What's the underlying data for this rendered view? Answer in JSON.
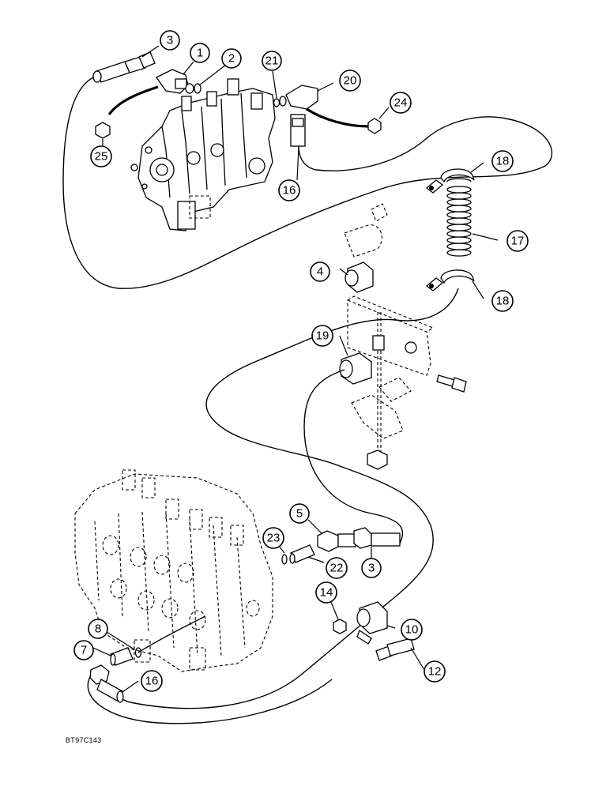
{
  "reference_code": "BT97C143",
  "callouts": [
    {
      "id": "c3a",
      "label": "3"
    },
    {
      "id": "c1",
      "label": "1"
    },
    {
      "id": "c2",
      "label": "2"
    },
    {
      "id": "c21",
      "label": "21"
    },
    {
      "id": "c20",
      "label": "20"
    },
    {
      "id": "c24",
      "label": "24"
    },
    {
      "id": "c25",
      "label": "25"
    },
    {
      "id": "c16a",
      "label": "16"
    },
    {
      "id": "c18a",
      "label": "18"
    },
    {
      "id": "c17",
      "label": "17"
    },
    {
      "id": "c4",
      "label": "4"
    },
    {
      "id": "c18b",
      "label": "18"
    },
    {
      "id": "c19",
      "label": "19"
    },
    {
      "id": "c5",
      "label": "5"
    },
    {
      "id": "c23",
      "label": "23"
    },
    {
      "id": "c22",
      "label": "22"
    },
    {
      "id": "c3b",
      "label": "3"
    },
    {
      "id": "c14",
      "label": "14"
    },
    {
      "id": "c10",
      "label": "10"
    },
    {
      "id": "c8",
      "label": "8"
    },
    {
      "id": "c7",
      "label": "7"
    },
    {
      "id": "c16b",
      "label": "16"
    },
    {
      "id": "c12",
      "label": "12"
    }
  ]
}
